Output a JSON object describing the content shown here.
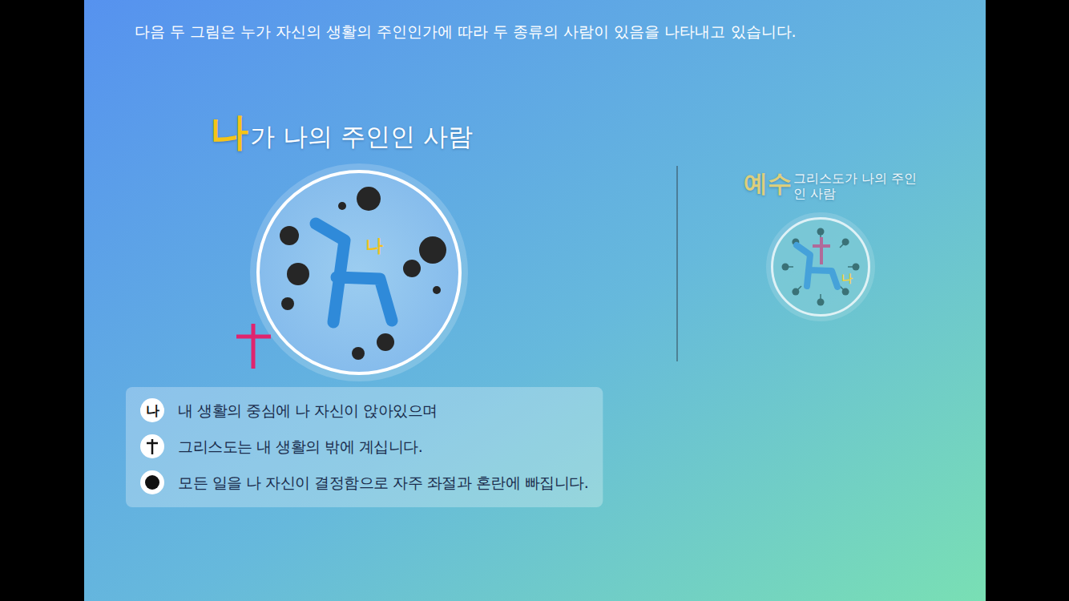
{
  "diagram": {
    "title": "다음 두 그림은 누가 자신의 생활의 주인인가에 따라 두 종류의 사람이 있음을 나타내고 있습니다.",
    "nodes": [
      {
        "text": [
          "나",
          "가 나의 주인인 사람",
          "나"
        ]
      },
      {
        "text": [
          "예수",
          "그리스도가 나의 주인인 사람",
          "나"
        ]
      }
    ],
    "labels": [
      "나"
    ],
    "legend": [
      {
        "text": "내 생활의 중심에 나 자신이 앉아있으며"
      },
      {
        "text": "그리스도는 내 생활의 밖에 계십니다."
      },
      {
        "text": "모든 일을 나 자신이 결정함으로 자주 좌절과 혼란에 빠집니다."
      }
    ]
  }
}
